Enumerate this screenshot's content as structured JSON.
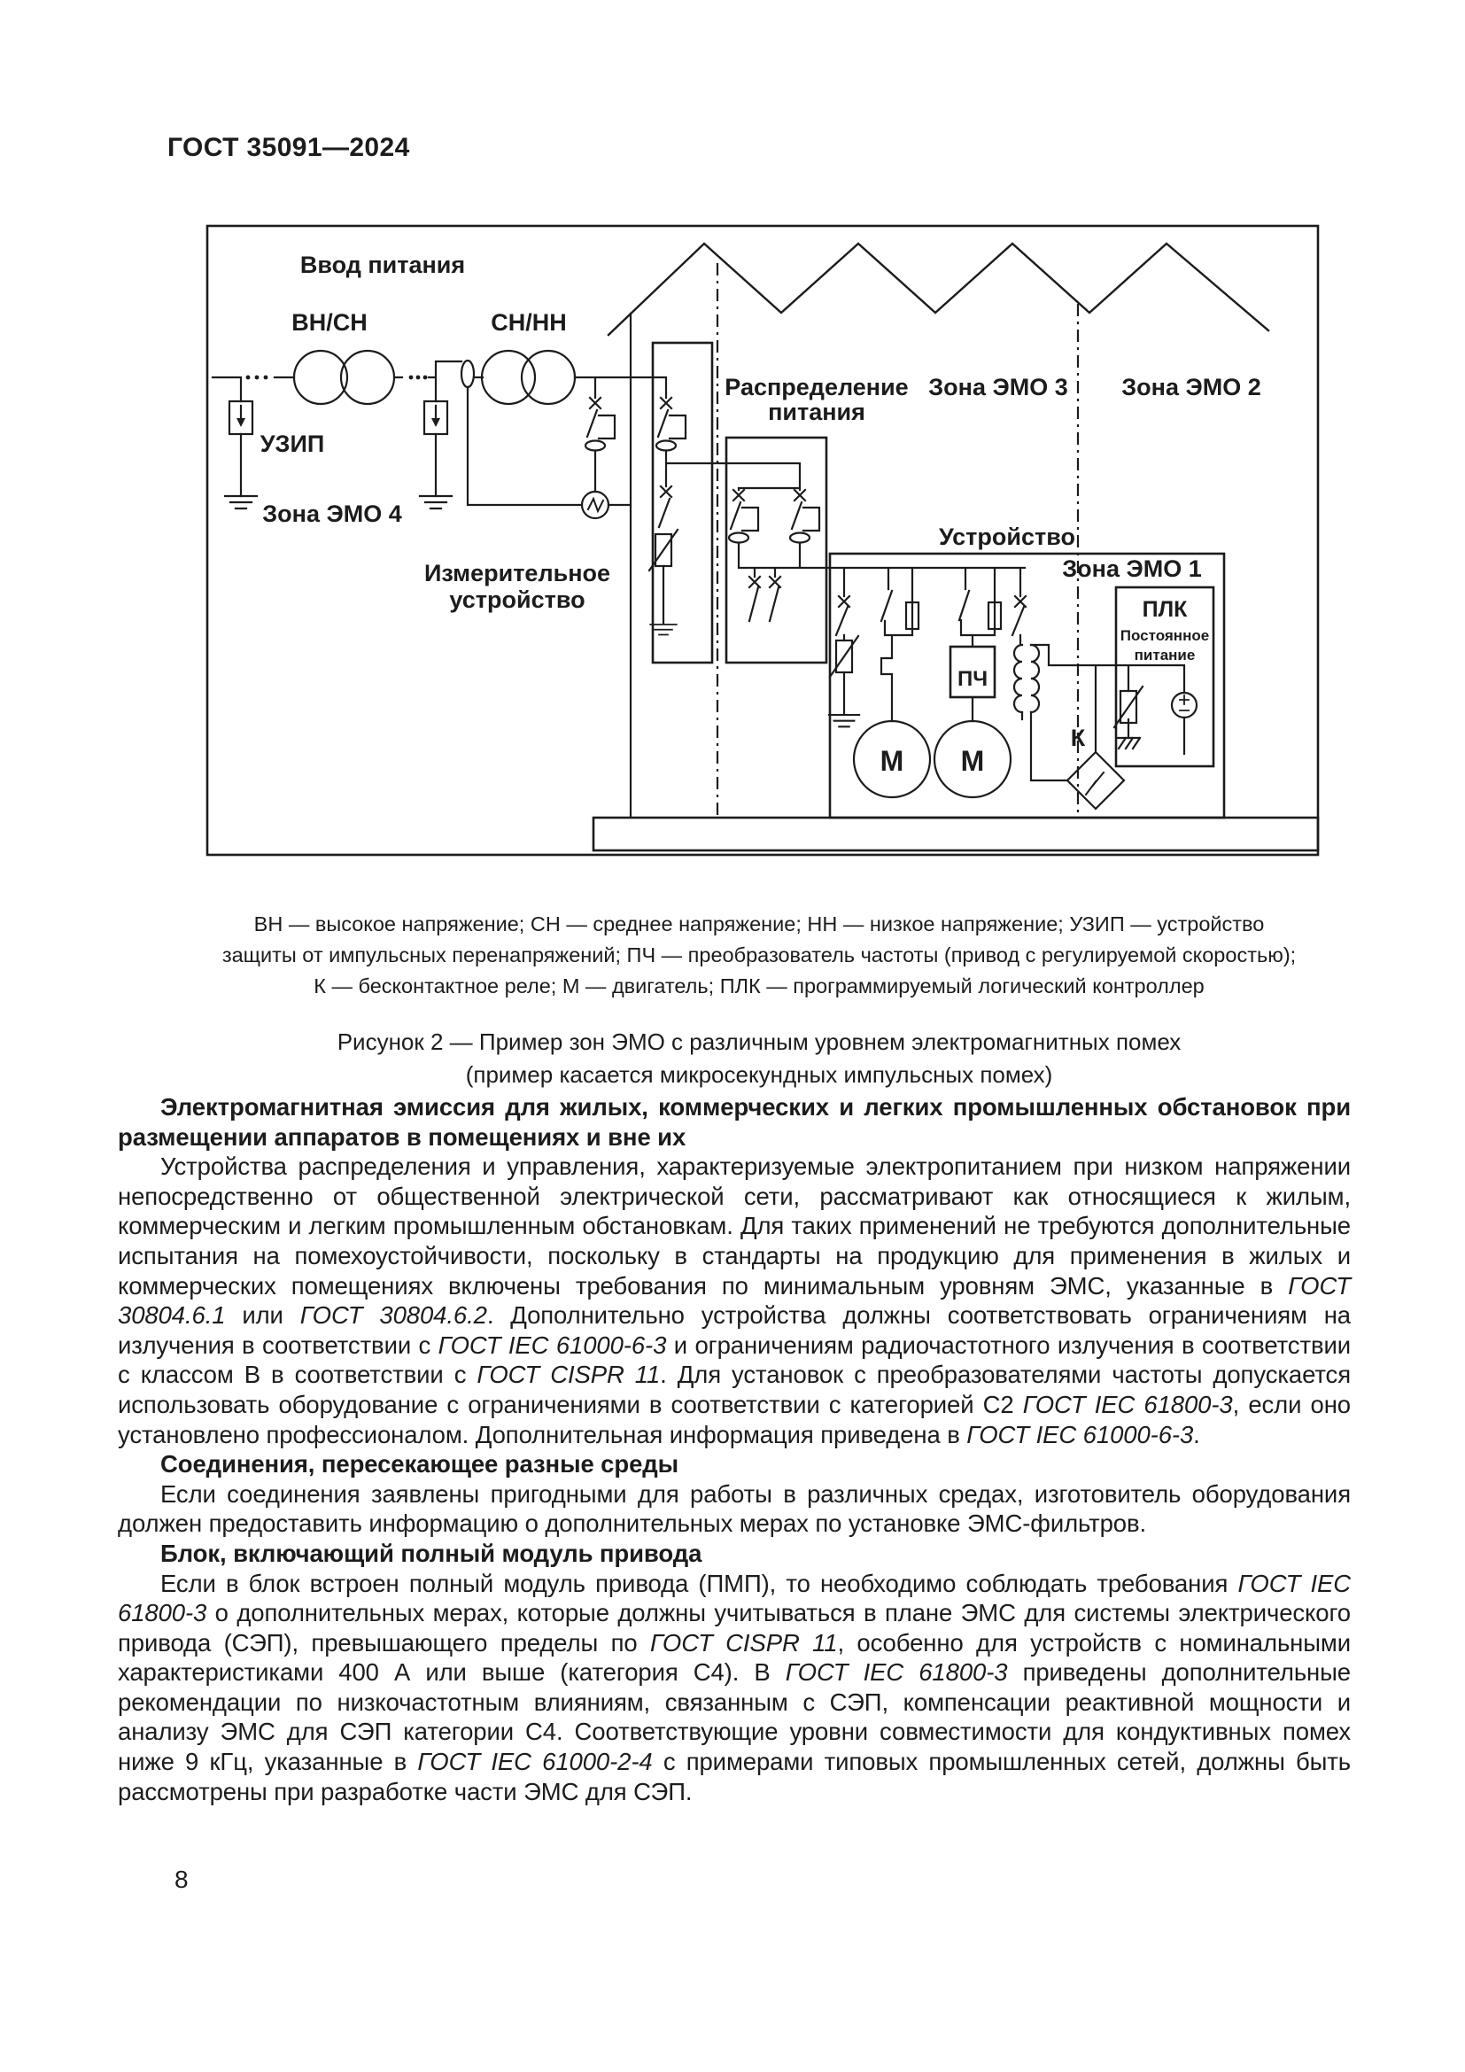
{
  "page": {
    "header_title": "ГОСТ 35091—2024",
    "page_number": "8"
  },
  "figure": {
    "labels": {
      "power_input": "Ввод питания",
      "hv_mv": "ВН/СН",
      "mv_lv": "СН/НН",
      "uzip": "УЗИП",
      "zone4": "Зона ЭМО 4",
      "zone3": "Зона ЭМО 3",
      "zone2": "Зона ЭМО 2",
      "zone1": "Зона ЭМО 1",
      "distribution_line1": "Распределение",
      "distribution_line2": "питания",
      "measuring_line1": "Измерительное",
      "measuring_line2": "устройство",
      "device": "Устройство",
      "plc": "ПЛК",
      "dc_line1": "Постоянное",
      "dc_line2": "питание",
      "freq_conv": "ПЧ",
      "motor": "М",
      "relay": "К"
    },
    "legend_lines": [
      "ВН — высокое напряжение; СН — среднее напряжение; НН — низкое напряжение; УЗИП — устройство",
      "защиты от импульсных перенапряжений; ПЧ — преобразователь частоты (привод с регулируемой скоростью);",
      "К — бесконтактное реле; М — двигатель; ПЛК — программируемый логический контроллер"
    ],
    "caption_lines": [
      "Рисунок 2 — Пример зон ЭМО с различным уровнем электромагнитных помех",
      "(пример касается микросекундных импульсных помех)"
    ]
  },
  "content": {
    "blocks": [
      {
        "type": "heading",
        "segments": [
          {
            "text": "Электромагнитная эмиссия для жилых, коммерческих и легких промышленных обстановок при размещении аппаратов в помещениях и вне их"
          }
        ]
      },
      {
        "type": "paragraph",
        "segments": [
          {
            "text": "Устройства распределения и управления, характеризуемые электропитанием при низком напряжении непосредственно от общественной электрической сети, рассматривают как относящиеся к жилым, коммерческим и легким промышленным обстановкам. Для таких применений не требуются дополнительные испытания на помехоустойчивости, поскольку в стандарты на продукцию для применения в жилых и коммерческих помещениях включены требования по минимальным уровням ЭМС, указанные в "
          },
          {
            "text": "ГОСТ 30804.6.1",
            "italic": true
          },
          {
            "text": " или "
          },
          {
            "text": "ГОСТ 30804.6.2",
            "italic": true
          },
          {
            "text": ". Дополнительно устройства должны соответствовать ограничениям на излучения в соответствии с "
          },
          {
            "text": "ГОСТ IEC 61000-6-3",
            "italic": true
          },
          {
            "text": " и ограничениям радиочастотного излучения в соответствии с классом B в соответствии с "
          },
          {
            "text": "ГОСТ CISPR 11",
            "italic": true
          },
          {
            "text": ". Для установок с преобразователями частоты допускается использовать оборудование с ограничениями в соответствии с категорией С2 "
          },
          {
            "text": "ГОСТ IEC 61800-3",
            "italic": true
          },
          {
            "text": ", если оно установлено профессионалом. Дополнительная информация приведена в "
          },
          {
            "text": "ГОСТ IEC 61000-6-3",
            "italic": true
          },
          {
            "text": "."
          }
        ]
      },
      {
        "type": "heading",
        "segments": [
          {
            "text": "Соединения, пересекающее разные среды"
          }
        ]
      },
      {
        "type": "paragraph",
        "segments": [
          {
            "text": "Если соединения заявлены пригодными для работы в различных средах, изготовитель оборудования должен предоставить информацию о дополнительных мерах по установке ЭМС-фильтров."
          }
        ]
      },
      {
        "type": "heading",
        "segments": [
          {
            "text": "Блок, включающий полный модуль привода"
          }
        ]
      },
      {
        "type": "paragraph",
        "segments": [
          {
            "text": "Если в блок встроен полный модуль привода (ПМП), то необходимо соблюдать требования "
          },
          {
            "text": "ГОСТ IEC 61800-3",
            "italic": true
          },
          {
            "text": " о дополнительных мерах, которые должны учитываться в плане ЭМС для системы электрического привода (СЭП), превышающего пределы по "
          },
          {
            "text": "ГОСТ CISPR 11",
            "italic": true
          },
          {
            "text": ", особенно для устройств с номинальными характеристиками 400 А или выше (категория С4). В "
          },
          {
            "text": "ГОСТ IEC 61800-3",
            "italic": true
          },
          {
            "text": " приведены дополнительные рекомендации по низкочастотным влияниям, связанным с СЭП, компенсации реактивной мощности и анализу ЭМС для СЭП категории С4. Соответствующие уровни совместимости для кондуктивных помех ниже 9 кГц, указанные в "
          },
          {
            "text": "ГОСТ IEC 61000-2-4",
            "italic": true
          },
          {
            "text": " с примерами типовых промышленных сетей, должны быть рассмотрены при разработке части ЭМС для СЭП."
          }
        ]
      }
    ]
  }
}
